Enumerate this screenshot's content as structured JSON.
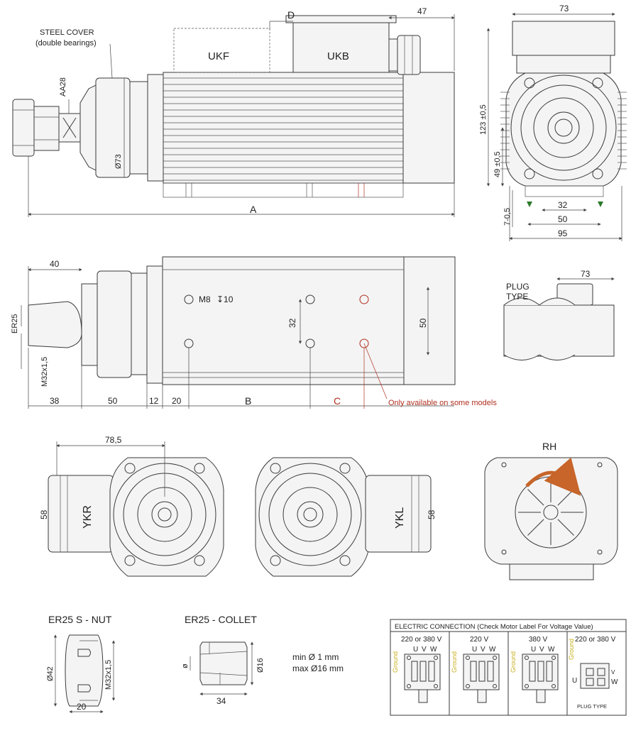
{
  "top_view": {
    "steel_cover": "STEEL COVER",
    "steel_cover_sub": "(double bearings)",
    "aa28": "AA28",
    "d73": "Ø73",
    "ukf": "UKF",
    "ukb": "UKB",
    "d": "D",
    "dim47": "47",
    "a": "A"
  },
  "end_view": {
    "dim73": "73",
    "dim123": "123 ±0,5",
    "dim49": "49 ±0,5",
    "dim7": "7-0,5",
    "dim32": "32",
    "dim50": "50",
    "dim95": "95"
  },
  "side_view": {
    "dim40": "40",
    "er25": "ER25",
    "m32": "M32x1,5",
    "m8": "M8",
    "m8_depth": "↧10",
    "dim32": "32",
    "dim50": "50",
    "dim38": "38",
    "dim50b": "50",
    "dim12": "12",
    "dim20": "20",
    "b": "B",
    "c": "C",
    "note": "Only available on some models"
  },
  "plug_view": {
    "plug": "PLUG",
    "type": "TYPE",
    "dim73": "73"
  },
  "ykr_view": {
    "label": "YKR",
    "dim785": "78,5",
    "dim58": "58"
  },
  "ykl_view": {
    "label": "YKL",
    "dim58": "58"
  },
  "rh_view": {
    "label": "RH"
  },
  "nut_view": {
    "title": "ER25 S - NUT",
    "d42": "Ø42",
    "m32": "M32x1,5",
    "dim20": "20"
  },
  "collet_view": {
    "title": "ER25 - COLLET",
    "phi": "ø",
    "d16": "Ø16",
    "dim34": "34",
    "min": "min  Ø  1 mm",
    "max": "max Ø16 mm"
  },
  "electric": {
    "title": "ELECTRIC CONNECTION  (Check Motor Label For Voltage Value)",
    "ground": "Ground",
    "box1_v": "220 or 380 V",
    "box2_v": "220 V",
    "box3_v": "380 V",
    "box4_v": "220 or 380 V",
    "u": "U",
    "v": "V",
    "w": "W",
    "plug_type": "PLUG TYPE"
  },
  "colors": {
    "line": "#3a3a3a",
    "note": "#b03020",
    "ground": "#c9b020",
    "arrow": "#c7652a"
  }
}
